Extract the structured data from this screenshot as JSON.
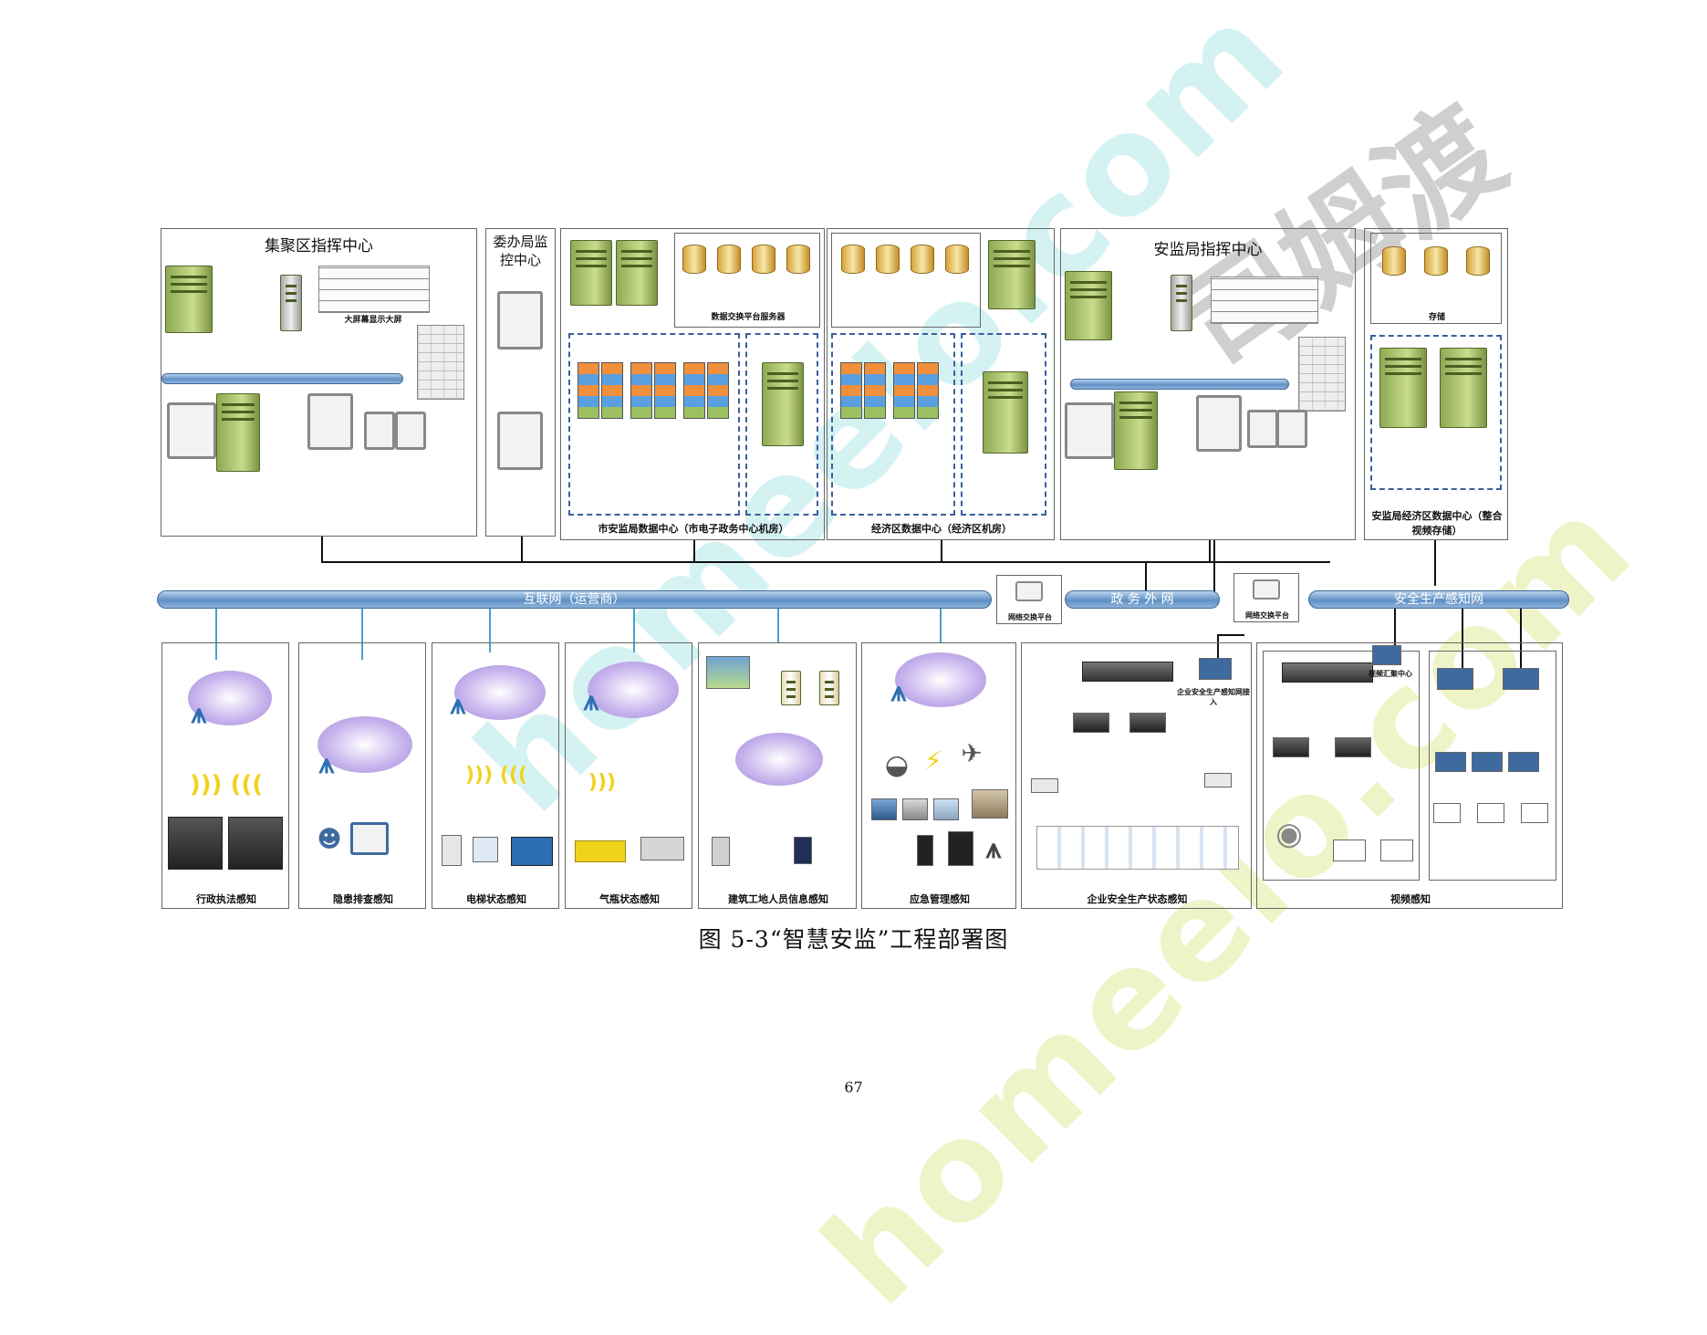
{
  "watermark": {
    "cn": "司姆渡",
    "en": "homeelo.com"
  },
  "top_boxes": [
    {
      "id": "cluster",
      "title": "集聚区指挥中心"
    },
    {
      "id": "committee",
      "title": "委办局监控中心"
    },
    {
      "id": "city",
      "title": "市安监局数据中心（市电子政务中心机房）"
    },
    {
      "id": "ecd",
      "title": "经济区数据中心（经济区机房）"
    },
    {
      "id": "bureau",
      "title": "安监局指挥中心"
    },
    {
      "id": "backup",
      "title": "安监局经济区数据中心（整合视频存储）"
    }
  ],
  "networks": {
    "internet": "互联网（运营商）",
    "gov": "政 务 外 网",
    "safety": "安全生产感知网",
    "exchange1": "网络交换平台",
    "exchange2": "网络交换平台"
  },
  "bottom_boxes": [
    {
      "id": "law",
      "title": "行政执法感知"
    },
    {
      "id": "patrol",
      "title": "隐患排查感知"
    },
    {
      "id": "elec",
      "title": "电梯状态感知"
    },
    {
      "id": "gas",
      "title": "气瓶状态感知"
    },
    {
      "id": "build",
      "title": "建筑工地人员信息感知"
    },
    {
      "id": "emerg",
      "title": "应急管理感知"
    },
    {
      "id": "enterprise",
      "title": "企业安全生产状态感知"
    },
    {
      "id": "video",
      "title": "视频感知"
    }
  ],
  "labels": {
    "cluster_bigscreen": "大屏幕显示大屏",
    "city_platform": "数据交换平台服务器",
    "backup_storage": "存储",
    "enterprise_switch": "企业安全生产感知网接入",
    "video_center": "视频汇聚中心"
  },
  "caption": "图 5-3“智慧安监”工程部署图",
  "page_number": "67"
}
